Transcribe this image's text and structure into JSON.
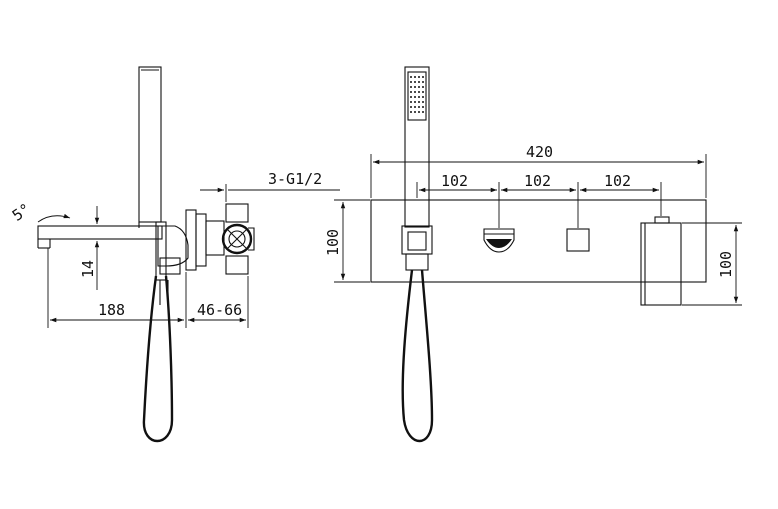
{
  "side_view": {
    "angle_label": "5°",
    "dim_projection": "188",
    "dim_height": "14",
    "dim_wall_depth": "46-66",
    "dim_connections": "3-G1/2"
  },
  "front_view": {
    "dim_total_width": "420",
    "dim_spacing_1": "102",
    "dim_spacing_2": "102",
    "dim_spacing_3": "102",
    "dim_plate_height": "100",
    "dim_handle_height": "100"
  }
}
